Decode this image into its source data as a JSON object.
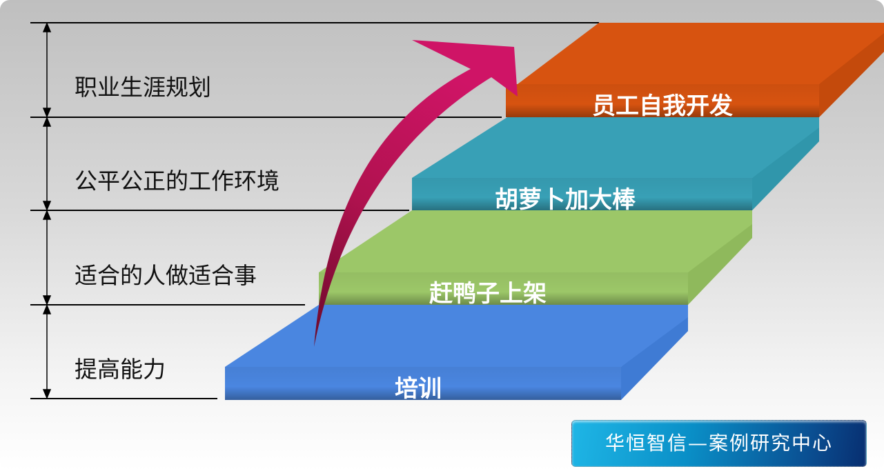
{
  "levels": [
    {
      "label": "职业生涯规划",
      "step": "员工自我开发",
      "color": "#d75310"
    },
    {
      "label": "公平公正的工作环境",
      "step": "胡萝卜加大棒",
      "color": "#38a0b6"
    },
    {
      "label": "适合的人做适合事",
      "step": "赶鸭子上架",
      "color": "#9cc768"
    },
    {
      "label": "提高能力",
      "step": "培训",
      "color": "#4a86e0"
    }
  ],
  "arrow_color": "#cf1466",
  "badge": "华恒智信—案例研究中心"
}
